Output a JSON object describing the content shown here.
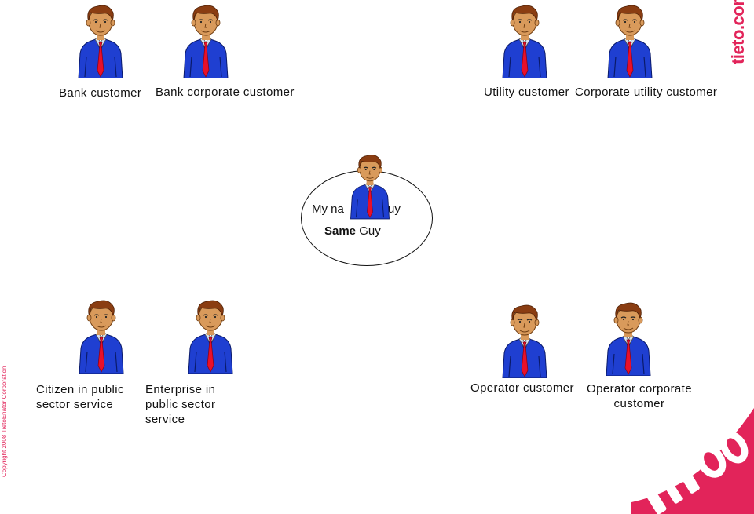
{
  "colors": {
    "brand": "#e2245a",
    "suit": "#1f3fd1",
    "tie": "#e8102a",
    "skin": "#d99a5b",
    "hair": "#8a3d12"
  },
  "people": [
    {
      "id": "bank",
      "label": "Bank customer"
    },
    {
      "id": "bank-corporate",
      "label": "Bank corporate customer"
    },
    {
      "id": "utility",
      "label": "Utility customer"
    },
    {
      "id": "utility-corporate",
      "label": "Corporate utility customer"
    },
    {
      "id": "citizen",
      "label": "Citizen in public sector service"
    },
    {
      "id": "enterprise",
      "label": "Enterprise in public sector service"
    },
    {
      "id": "operator",
      "label": "Operator customer"
    },
    {
      "id": "operator-corporate",
      "label": "Operator corporate customer"
    }
  ],
  "center": {
    "name_visible_left": "My na",
    "name_visible_right": "uy",
    "same_bold": "Same",
    "same_rest": "Guy"
  },
  "copyright": "Copyright 2008 TietoEnator Corporation",
  "logo_small": "tieto.com",
  "logo_large_icon": "tieto-logo-icon"
}
